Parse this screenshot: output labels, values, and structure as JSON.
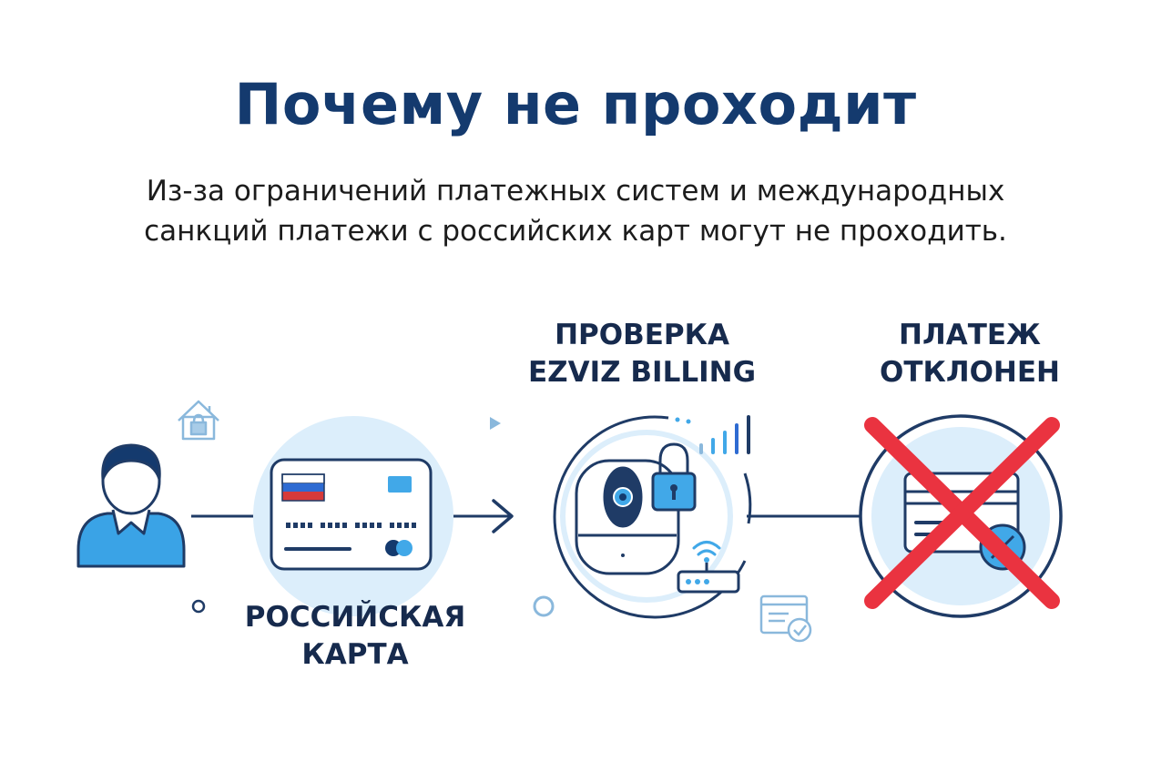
{
  "header": {
    "title": "Почему не проходит",
    "subtitle_lines": [
      "Из-за ограничений платежных систем и международных",
      "санкций платежи с российских карт могут не проходить."
    ]
  },
  "stages": {
    "card": {
      "label_lines": [
        "РОССИЙСКАЯ",
        "КАРТА"
      ]
    },
    "check": {
      "label_lines": [
        "ПРОВЕРКА",
        "EZVIZ BILLING"
      ]
    },
    "declined": {
      "label_lines": [
        "ПЛАТЕЖ",
        "ОТКЛОНЕН"
      ]
    }
  },
  "colors": {
    "navy": "#143a6e",
    "line": "#1f3b66",
    "light_blue": "#dceefb",
    "accent_blue": "#41a8e8",
    "red_cross": "#ea3340"
  },
  "icons": [
    "user-icon",
    "house-lock-icon",
    "bank-card-icon",
    "russian-flag-icon",
    "camera-icon",
    "padlock-icon",
    "signal-bars-icon",
    "router-wifi-icon",
    "receipt-check-icon",
    "declined-card-icon",
    "red-cross-icon"
  ]
}
